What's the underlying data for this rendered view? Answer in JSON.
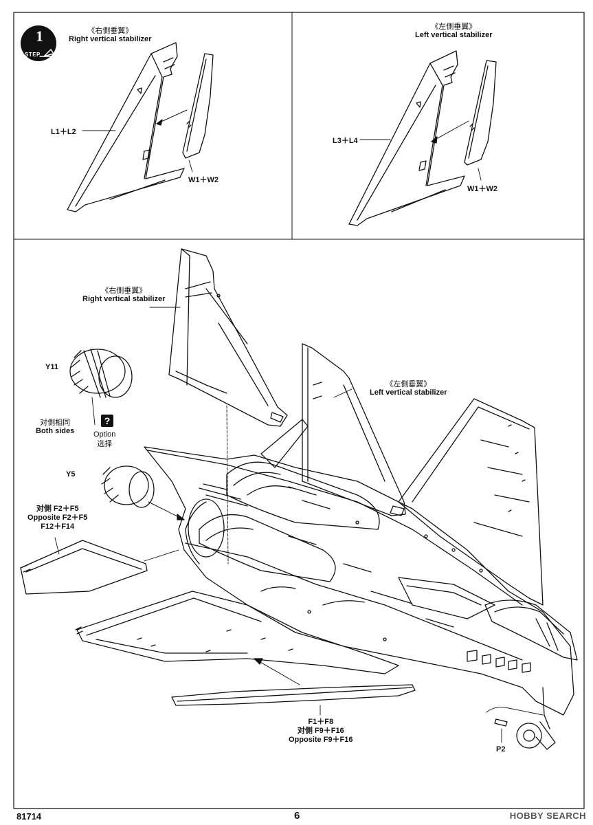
{
  "step": {
    "number": "1",
    "label": "STEP"
  },
  "top_left": {
    "zh": "《右側垂翼》",
    "en": "Right vertical stabilizer",
    "part_a": "L1＋L2",
    "part_b": "W1＋W2"
  },
  "top_right": {
    "zh": "《左側垂翼》",
    "en": "Left vertical stabilizer",
    "part_a": "L3＋L4",
    "part_b": "W1＋W2"
  },
  "main": {
    "right_stab": {
      "zh": "《右側垂翼》",
      "en": "Right vertical stabilizer"
    },
    "left_stab": {
      "zh": "《左側垂翼》",
      "en": "Left vertical stabilizer"
    },
    "y11": "Y11",
    "both_sides": {
      "zh": "对側相同",
      "en": "Both sides"
    },
    "option": {
      "icon": "?",
      "en": "Option",
      "zh": "选择"
    },
    "y5": "Y5",
    "flaps_left": {
      "l1": "对側 F2＋F5",
      "l2": "Opposite F2＋F5",
      "l3": "F12＋F14"
    },
    "flaps_bottom": {
      "l1": "F1＋F8",
      "l2": "对側 F9＋F16",
      "l3": "Opposite F9＋F16"
    },
    "p2": "P2"
  },
  "footer": {
    "code": "81714",
    "page": "6",
    "watermark": "HOBBY SEARCH"
  }
}
